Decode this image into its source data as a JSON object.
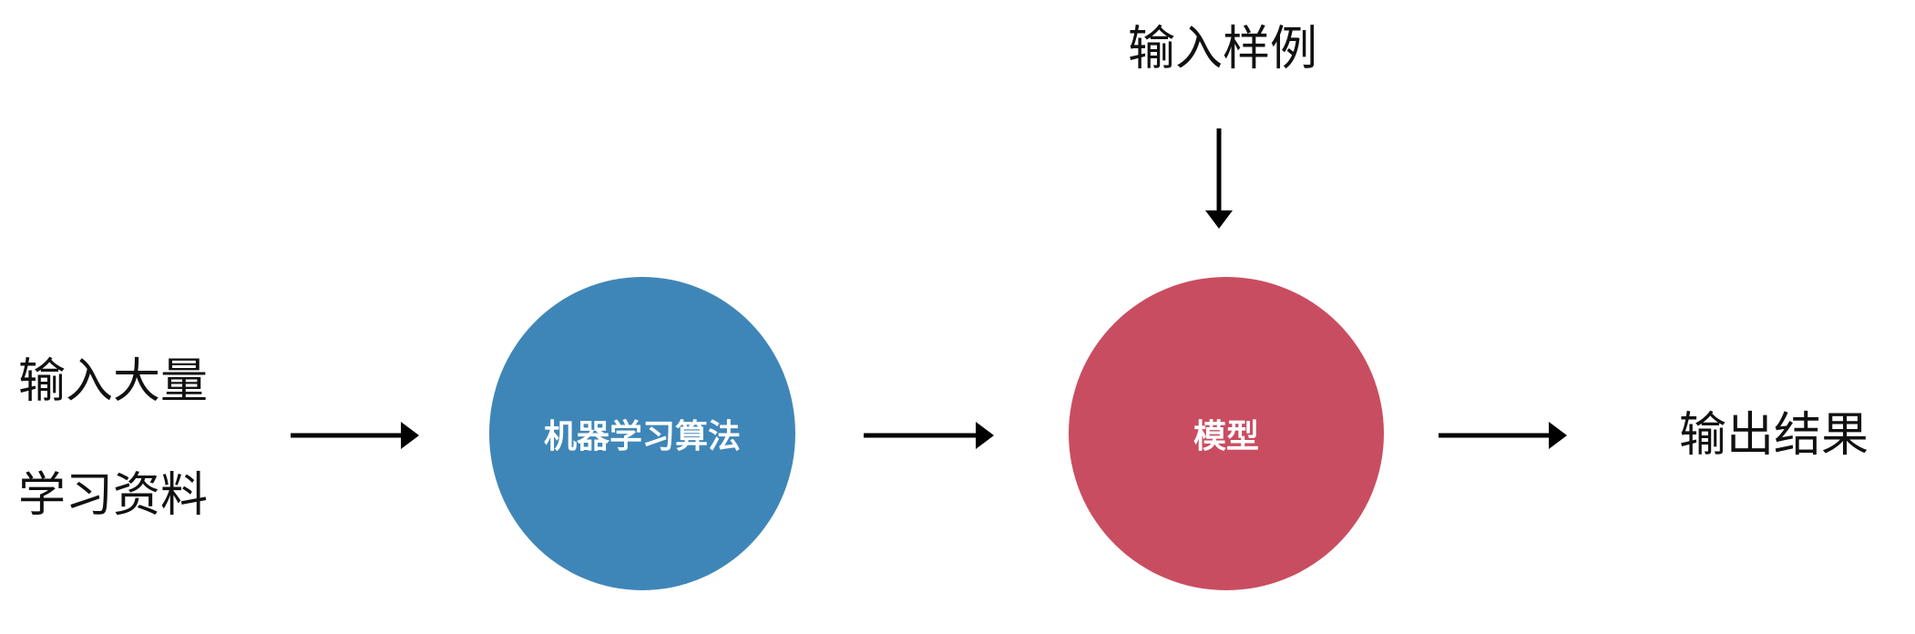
{
  "labels": {
    "input_bulk_line1": "输入大量",
    "input_bulk_line2": "学习资料",
    "algorithm": "机器学习算法",
    "model": "模型",
    "input_sample": "输入样例",
    "output": "输出结果"
  },
  "colors": {
    "algorithm": "#3f86b8",
    "model": "#c94d60",
    "arrow": "#000000"
  }
}
